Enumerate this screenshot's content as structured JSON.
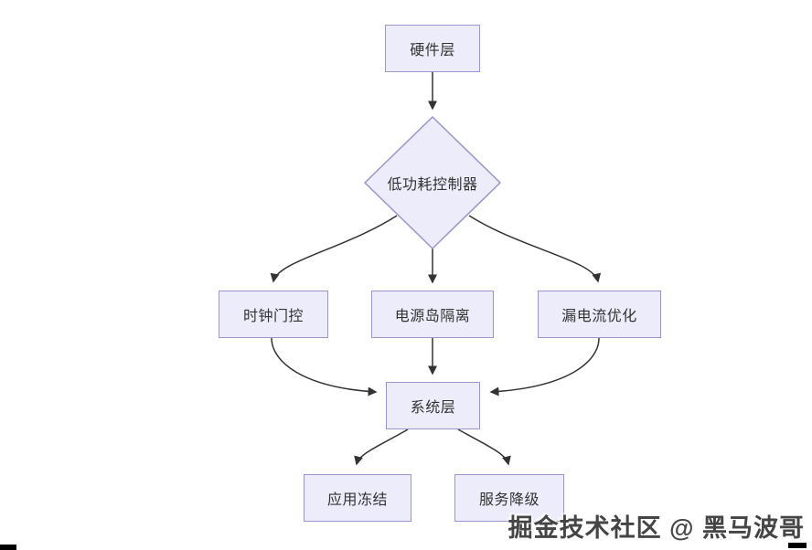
{
  "diagram": {
    "type": "flowchart",
    "background": "#ffffff",
    "colors": {
      "node_fill": "#ECECFB",
      "node_border": "#9A94CF",
      "node_text": "#333333",
      "edge": "#333333"
    },
    "nodes": [
      {
        "id": "hardware",
        "label": "硬件层",
        "shape": "rect"
      },
      {
        "id": "controller",
        "label": "低功耗控制器",
        "shape": "diamond"
      },
      {
        "id": "clock-gating",
        "label": "时钟门控",
        "shape": "rect"
      },
      {
        "id": "power-island",
        "label": "电源岛隔离",
        "shape": "rect"
      },
      {
        "id": "leakage-opt",
        "label": "漏电流优化",
        "shape": "rect"
      },
      {
        "id": "system",
        "label": "系统层",
        "shape": "rect"
      },
      {
        "id": "app-freeze",
        "label": "应用冻结",
        "shape": "rect"
      },
      {
        "id": "service-degrade",
        "label": "服务降级",
        "shape": "rect"
      }
    ],
    "edges": [
      {
        "from": "hardware",
        "to": "controller"
      },
      {
        "from": "controller",
        "to": "clock-gating"
      },
      {
        "from": "controller",
        "to": "power-island"
      },
      {
        "from": "controller",
        "to": "leakage-opt"
      },
      {
        "from": "clock-gating",
        "to": "system"
      },
      {
        "from": "power-island",
        "to": "system"
      },
      {
        "from": "leakage-opt",
        "to": "system"
      },
      {
        "from": "system",
        "to": "app-freeze"
      },
      {
        "from": "system",
        "to": "service-degrade"
      }
    ]
  },
  "watermark": {
    "text": "掘金技术社区 @ 黑马波哥"
  }
}
